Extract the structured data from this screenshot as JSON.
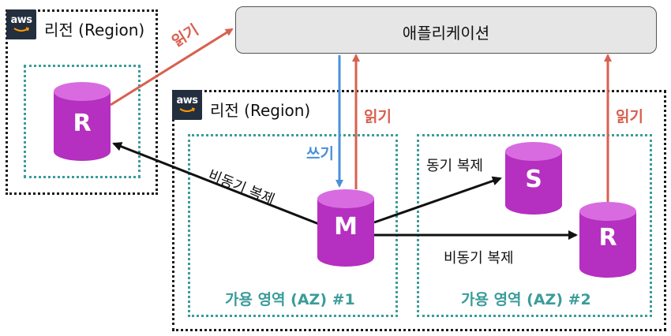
{
  "left_region": {
    "aws_logo": "aws",
    "label": "리전 (Region)"
  },
  "main_region": {
    "aws_logo": "aws",
    "label": "리전 (Region)"
  },
  "application": {
    "label": "애플리케이션"
  },
  "availability_zones": [
    {
      "label": "가용 영역 (AZ) #1"
    },
    {
      "label": "가용 영역 (AZ) #2"
    }
  ],
  "databases": {
    "left_replica": {
      "letter": "R"
    },
    "master": {
      "letter": "M"
    },
    "standby": {
      "letter": "S"
    },
    "az2_replica": {
      "letter": "R"
    }
  },
  "arrows": {
    "read_left": "읽기",
    "read_master": "읽기",
    "read_az2": "읽기",
    "write_master": "쓰기",
    "sync_replication": "동기 복제",
    "async_replication_cross_region": "비동기 복제",
    "async_replication_az2": "비동기 복제"
  },
  "colors": {
    "database": "#b52fc0",
    "database_top": "#d86be0",
    "read_arrow": "#d9604f",
    "write_arrow": "#4a90d9",
    "az_border": "#3a9c9a",
    "aws_badge": "#232f3e"
  }
}
